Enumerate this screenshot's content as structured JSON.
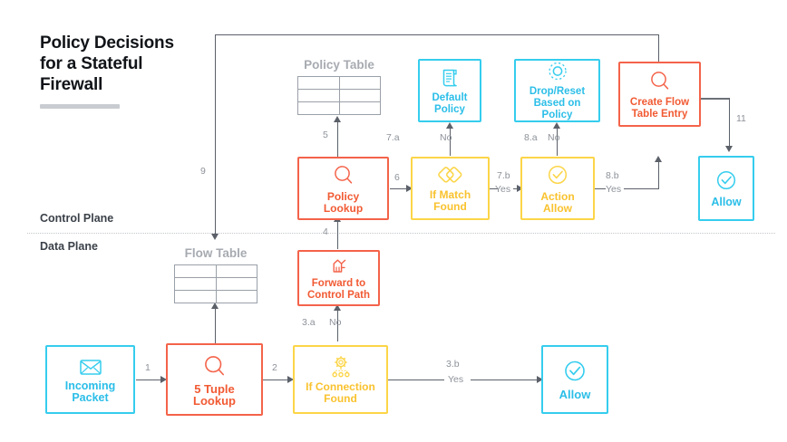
{
  "title": {
    "line1": "Policy Decisions",
    "line2": "for a Stateful",
    "line3": "Firewall"
  },
  "planes": {
    "control": "Control Plane",
    "data": "Data Plane"
  },
  "colors": {
    "cyan": "#2BBEE8",
    "cyan_border": "#35CDEE",
    "red": "#F15A33",
    "red_border": "#F4634A",
    "yellow": "#F9C22E",
    "yellow_border": "#FCD548",
    "connector": "#5b6069",
    "table_title": "#a7abb1",
    "table_border": "#9aa0a8",
    "label": "#8d9299"
  },
  "tables": [
    {
      "name": "policy-table",
      "title": "Policy Table",
      "rows": 3,
      "cols": 2
    },
    {
      "name": "flow-table",
      "title": "Flow Table",
      "rows": 3,
      "cols": 2
    }
  ],
  "nodes": [
    {
      "id": "incoming-packet",
      "icon": "envelope-icon",
      "line1": "Incoming",
      "line2": "Packet",
      "color": "cyan"
    },
    {
      "id": "five-tuple-lookup",
      "icon": "magnifier-icon",
      "line1": "5 Tuple",
      "line2": "Lookup",
      "color": "red"
    },
    {
      "id": "if-connection-found",
      "icon": "gear-network-icon",
      "line1": "If Connection",
      "line2": "Found",
      "color": "yellow"
    },
    {
      "id": "allow-data",
      "icon": "check-circle-icon",
      "line1": "Allow",
      "line2": "",
      "color": "cyan"
    },
    {
      "id": "forward-control-path",
      "icon": "forward-arrow-icon",
      "line1": "Forward to",
      "line2": "Control Path",
      "color": "red"
    },
    {
      "id": "policy-lookup",
      "icon": "magnifier-icon",
      "line1": "Policy",
      "line2": "Lookup",
      "color": "red"
    },
    {
      "id": "if-match-found",
      "icon": "diamonds-icon",
      "line1": "If Match",
      "line2": "Found",
      "color": "yellow"
    },
    {
      "id": "action-allow",
      "icon": "check-circle-icon",
      "line1": "Action",
      "line2": "Allow",
      "color": "yellow"
    },
    {
      "id": "default-policy",
      "icon": "document-scroll-icon",
      "line1": "Default",
      "line2": "Policy",
      "color": "cyan"
    },
    {
      "id": "drop-reset-policy",
      "icon": "reset-circle-icon",
      "line1": "Drop/Reset",
      "line2": "Based on Policy",
      "color": "cyan"
    },
    {
      "id": "create-flow-entry",
      "icon": "magnifier-icon",
      "line1": "Create Flow",
      "line2": "Table Entry",
      "color": "red"
    },
    {
      "id": "allow-control",
      "icon": "check-circle-icon",
      "line1": "Allow",
      "line2": "",
      "color": "cyan"
    }
  ],
  "edge_labels": {
    "e1": "1",
    "e2": "2",
    "e3a": "3.a",
    "e3a_cond": "No",
    "e3b": "3.b",
    "e3b_cond": "Yes",
    "e4": "4",
    "e5": "5",
    "e6": "6",
    "e7a": "7.a",
    "e7a_cond": "No",
    "e7b": "7.b",
    "e7b_cond": "Yes",
    "e8a": "8.a",
    "e8a_cond": "No",
    "e8b": "8.b",
    "e8b_cond": "Yes",
    "e9": "9",
    "e11": "11"
  }
}
